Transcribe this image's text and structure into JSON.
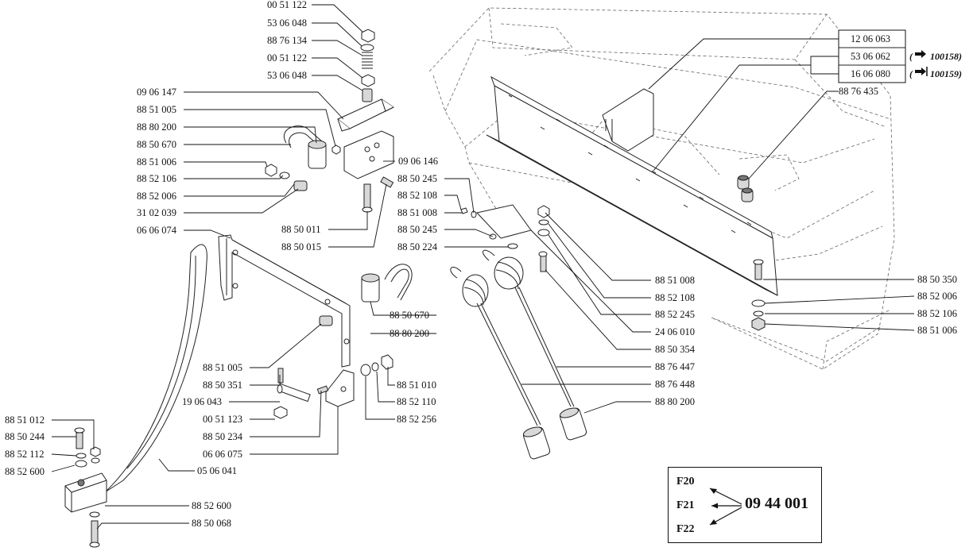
{
  "labels": {
    "l001": "00 51 122",
    "l002": "53 06 048",
    "l003": "88 76 134",
    "l004": "00 51 122",
    "l005": "53 06 048",
    "l006": "09 06 147",
    "l007": "88 51 005",
    "l008": "88 80 200",
    "l009": "88 50 670",
    "l010": "88 51 006",
    "l011": "88 52 106",
    "l012": "88 52 006",
    "l013": "31 02 039",
    "l014": "09 06 146",
    "l015": "88 50 245",
    "l016": "88 52 108",
    "l017": "88 51 008",
    "l018": "88 50 245",
    "l019": "88 50 224",
    "l020": "88 50 011",
    "l021": "88 50 015",
    "l022": "06 06 074",
    "l023": "88 50 670",
    "l024": "88 80 200",
    "l025": "88 51 005",
    "l026": "88 50 351",
    "l027": "19 06 043",
    "l028": "00 51 123",
    "l029": "88 50 234",
    "l030": "06 06 075",
    "l031": "05 06 041",
    "l032": "88 51 010",
    "l033": "88 52 110",
    "l034": "88 52 256",
    "l035": "88 51 012",
    "l036": "88 50 244",
    "l037": "88 52 112",
    "l038": "88 52 600",
    "l039": "88 52 600",
    "l040": "88 50 068",
    "l041": "12 06 063",
    "l042": "53 06 062",
    "l043": "16 06 080",
    "l044": "88 76 435",
    "l045": "88 51 008",
    "l046": "88 52 108",
    "l047": "88 52 245",
    "l048": "24 06 010",
    "l049": "88 50 354",
    "l050": "88 76 447",
    "l051": "88 76 448",
    "l052": "88 80 200",
    "l053": "88 50 350",
    "l054": "88 52 006",
    "l055": "88 52 106",
    "l056": "88 51 006"
  },
  "references": {
    "r1": "100158)",
    "r2": "100159)",
    "open_paren": "("
  },
  "legend": {
    "items": [
      "F20",
      "F21",
      "F22"
    ],
    "code": "09 44 001"
  }
}
